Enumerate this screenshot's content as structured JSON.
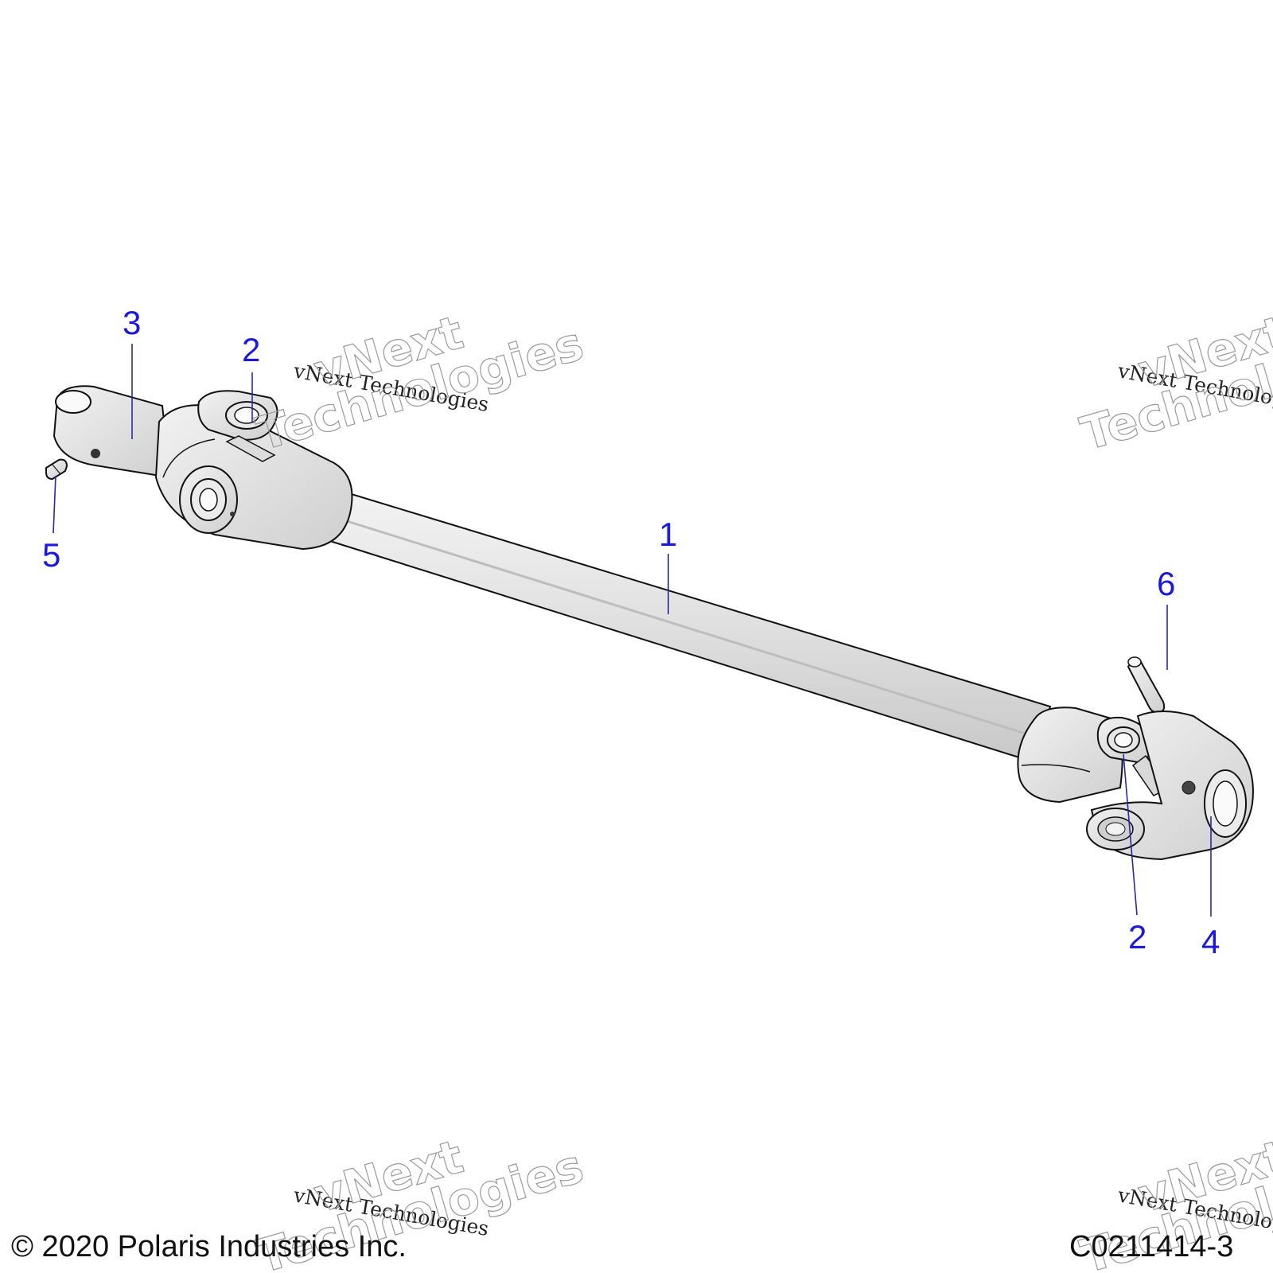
{
  "callouts": [
    "1",
    "2",
    "3",
    "2",
    "4",
    "5",
    "6"
  ],
  "watermark": {
    "line": "vNext Technologies",
    "word1": "vNext",
    "word2": "Technologies"
  },
  "footer": {
    "copyright": "© 2020 Polaris Industries Inc.",
    "drawing_id": "C0211414-3"
  }
}
